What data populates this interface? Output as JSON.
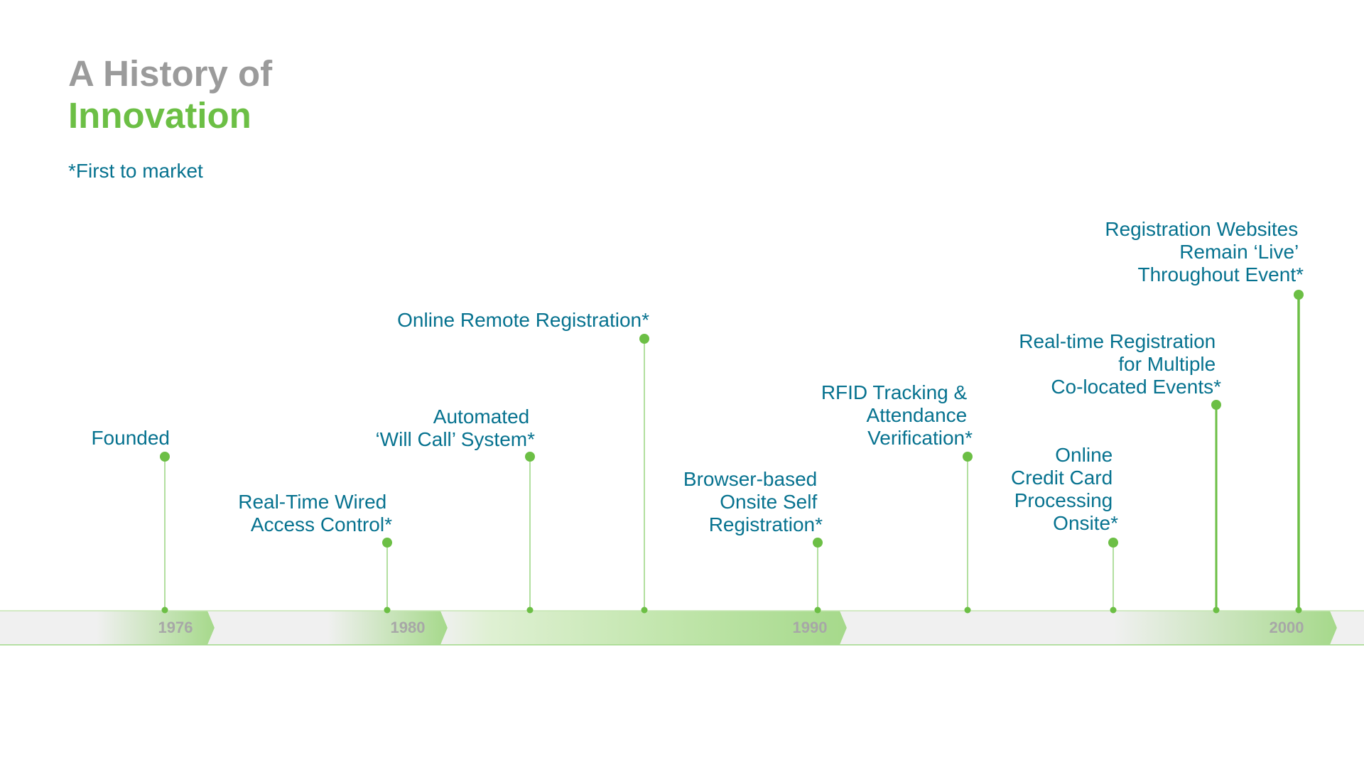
{
  "header": {
    "title_line1": "A History of",
    "title_line2": "Innovation",
    "note": "*First to market"
  },
  "colors": {
    "green": "#6cbf45",
    "stem_light": "#9fd787",
    "text_blue": "#06728f",
    "title_gray": "#9b9b9b",
    "band_gray": "#f0f0f0",
    "year_gray": "#a7a7a7"
  },
  "years": [
    {
      "label": "1976"
    },
    {
      "label": "1980"
    },
    {
      "label": "1990"
    },
    {
      "label": "2000"
    }
  ],
  "events": [
    {
      "name": "founded",
      "lines": [
        "Founded"
      ]
    },
    {
      "name": "wired-access-control",
      "lines": [
        "Real-Time Wired",
        "Access Control*"
      ]
    },
    {
      "name": "will-call-system",
      "lines": [
        "Automated",
        "‘Will Call’ System*"
      ]
    },
    {
      "name": "online-remote-registration",
      "lines": [
        "Online Remote Registration*"
      ]
    },
    {
      "name": "browser-onsite-registration",
      "lines": [
        "Browser-based",
        "Onsite Self",
        "Registration*"
      ]
    },
    {
      "name": "rfid-tracking",
      "lines": [
        "RFID Tracking &",
        "Attendance",
        "Verification*"
      ]
    },
    {
      "name": "online-credit-card",
      "lines": [
        "Online",
        "Credit Card",
        "Processing",
        "Onsite*"
      ]
    },
    {
      "name": "multi-event-registration",
      "lines": [
        "Real-time Registration",
        "for Multiple",
        "Co-located Events*"
      ]
    },
    {
      "name": "live-websites",
      "lines": [
        "Registration Websites",
        "Remain ‘Live’",
        "Throughout Event*"
      ]
    }
  ]
}
